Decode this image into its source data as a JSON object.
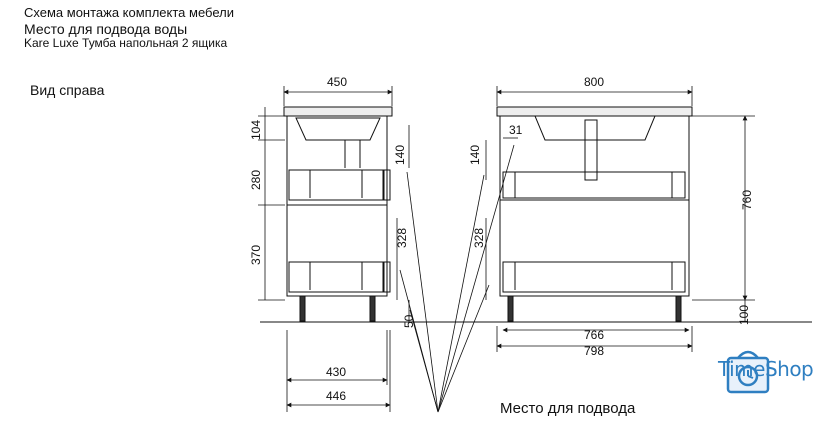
{
  "header": {
    "line1": "Схема монтажа комплекта мебели",
    "line2": "Место для подвода воды",
    "line3": "Kare Luxe Тумба напольная 2 ящика"
  },
  "side_view_label": "Вид справа",
  "water_note": "Место для подвода",
  "brand": "TimeShop",
  "dims": {
    "side_width": "450",
    "side_h104": "104",
    "side_h280": "280",
    "side_h370": "370",
    "side_h140": "140",
    "side_h328": "328",
    "side_h50": "50",
    "side_w430": "430",
    "side_w446": "446",
    "front_width": "800",
    "front_31": "31",
    "front_h140": "140",
    "front_h328": "328",
    "front_h760": "760",
    "front_h100": "100",
    "front_w766": "766",
    "front_w798": "798"
  },
  "colors": {
    "brand": "#2f7fc1",
    "line": "#111111"
  }
}
